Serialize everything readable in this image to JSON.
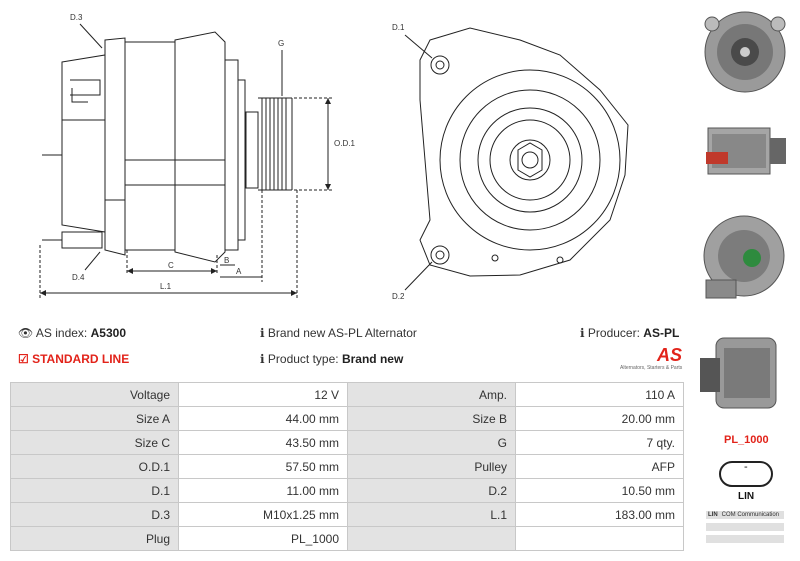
{
  "drawing_labels": {
    "d3": "D.3",
    "g": "G",
    "od1": "O.D.1",
    "d4": "D.4",
    "b": "B",
    "c": "C",
    "a": "A",
    "l1": "L.1",
    "d1": "D.1",
    "d2": "D.2"
  },
  "info": {
    "as_index_label": "AS index:",
    "as_index_value": "A5300",
    "description": "Brand new AS-PL Alternator",
    "producer_label": "Producer:",
    "producer_value": "AS-PL",
    "standard_line": "STANDARD LINE",
    "product_type_label": "Product type:",
    "product_type_value": "Brand new"
  },
  "logo": {
    "mark": "AS",
    "tagline": "Alternators, Starters & Parts",
    "color": "#e2231a"
  },
  "specs": [
    {
      "l1": "Voltage",
      "v1": "12 V",
      "l2": "Amp.",
      "v2": "110 A"
    },
    {
      "l1": "Size A",
      "v1": "44.00 mm",
      "l2": "Size B",
      "v2": "20.00 mm"
    },
    {
      "l1": "Size C",
      "v1": "43.50 mm",
      "l2": "G",
      "v2": "7 qty."
    },
    {
      "l1": "O.D.1",
      "v1": "57.50 mm",
      "l2": "Pulley",
      "v2": "AFP"
    },
    {
      "l1": "D.1",
      "v1": "11.00 mm",
      "l2": "D.2",
      "v2": "10.50 mm"
    },
    {
      "l1": "D.3",
      "v1": "M10x1.25 mm",
      "l2": "L.1",
      "v2": "183.00 mm"
    },
    {
      "l1": "Plug",
      "v1": "PL_1000",
      "l2": "",
      "v2": ""
    }
  ],
  "plug": {
    "code": "PL_1000",
    "pin": "-",
    "type": "LIN",
    "table": [
      {
        "k": "LIN",
        "v": "COM Communication"
      },
      {
        "k": "",
        "v": ""
      },
      {
        "k": "",
        "v": ""
      }
    ]
  },
  "colors": {
    "accent_red": "#e2231a",
    "label_bg": "#e3e3e3",
    "border": "#c8c8c8"
  }
}
